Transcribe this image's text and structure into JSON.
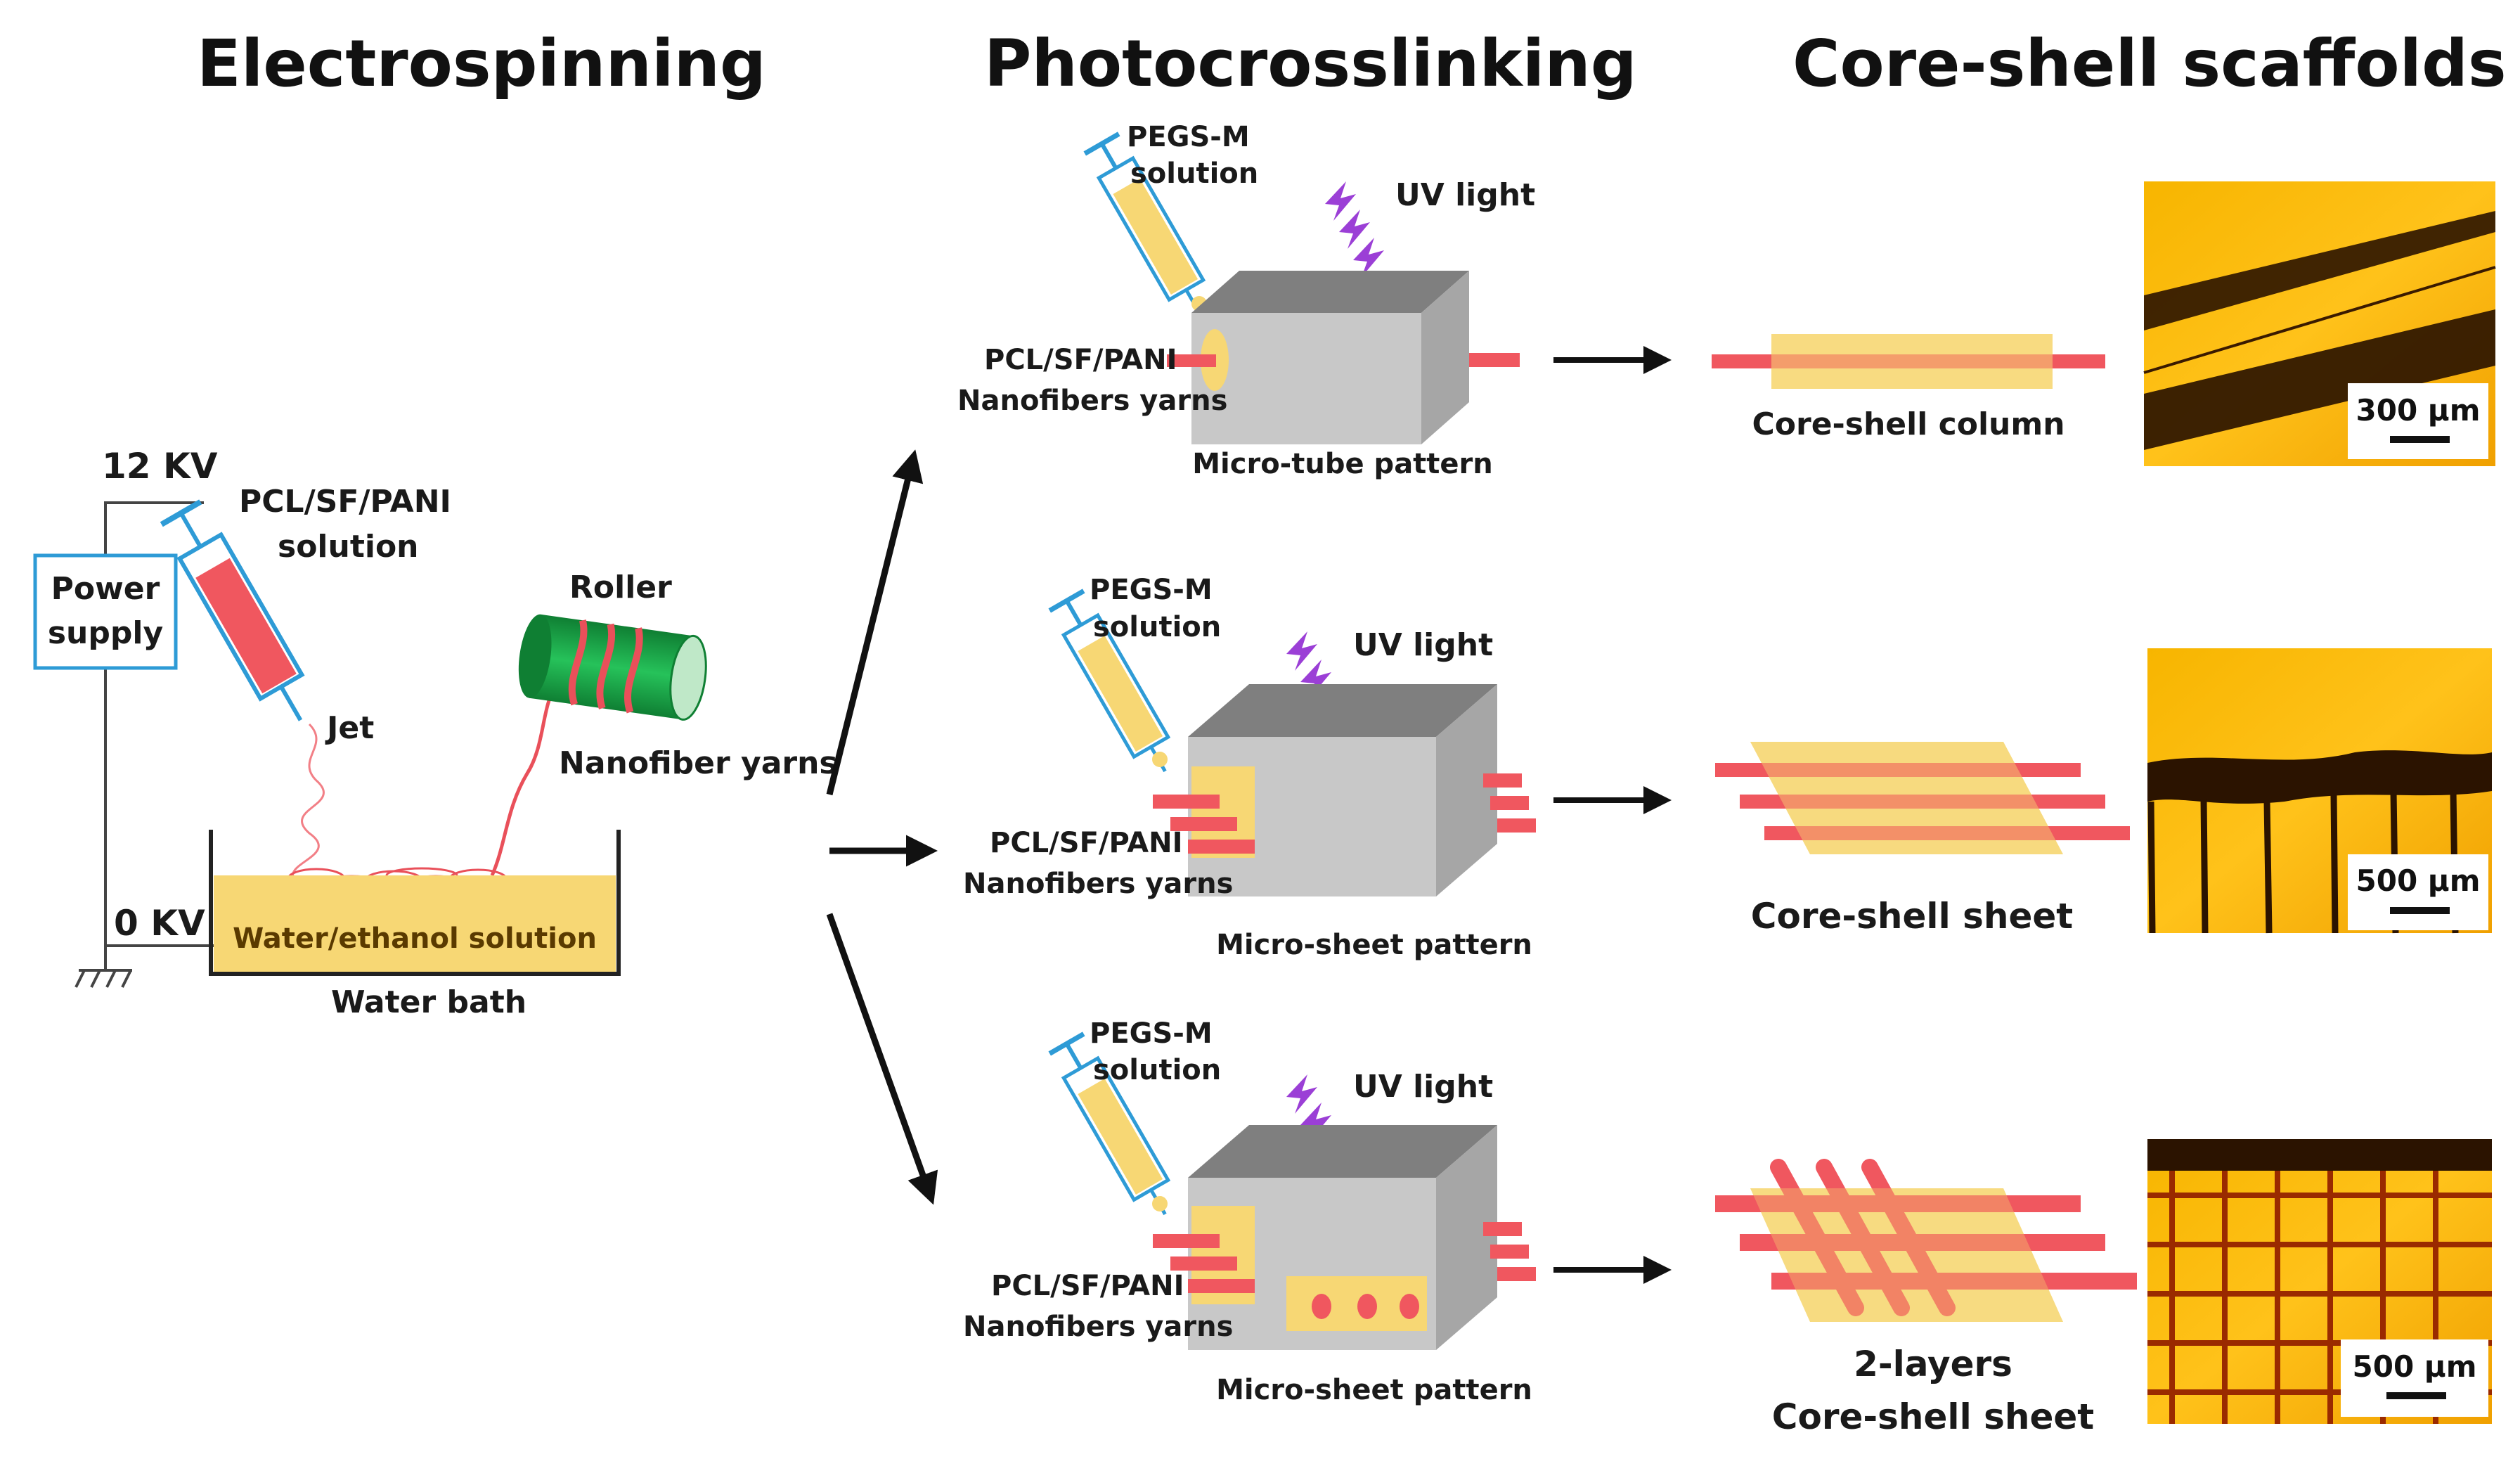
{
  "titles": {
    "electrospinning": "Electrospinning",
    "photocrosslinking": "Photocrosslinking",
    "scaffolds": "Core-shell scaffolds"
  },
  "electrospinning": {
    "voltage_high": "12 KV",
    "voltage_low": "0 KV",
    "power_supply_line1": "Power",
    "power_supply_line2": "supply",
    "solution_line1": "PCL/SF/PANI",
    "solution_line2": "solution",
    "jet": "Jet",
    "roller": "Roller",
    "nanofiber_yarns": "Nanofiber yarns",
    "bath_solution": "Water/ethanol solution",
    "water_bath": "Water bath"
  },
  "photocrosslinking": {
    "rows": [
      {
        "syringe_line1": "PEGS-M",
        "syringe_line2": "solution",
        "uv": "UV light",
        "yarn_line1": "PCL/SF/PANI",
        "yarn_line2": "Nanofibers yarns",
        "pattern": "Micro-tube pattern"
      },
      {
        "syringe_line1": "PEGS-M",
        "syringe_line2": "solution",
        "uv": "UV light",
        "yarn_line1": "PCL/SF/PANI",
        "yarn_line2": "Nanofibers yarns",
        "pattern": "Micro-sheet pattern"
      },
      {
        "syringe_line1": "PEGS-M",
        "syringe_line2": "solution",
        "uv": "UV light",
        "yarn_line1": "PCL/SF/PANI",
        "yarn_line2": "Nanofibers yarns",
        "pattern": "Micro-sheet pattern"
      }
    ]
  },
  "scaffolds": {
    "rows": [
      {
        "label_line1": "Core-shell column",
        "label_line2": "",
        "scale": "300 µm"
      },
      {
        "label_line1": "Core-shell sheet",
        "label_line2": "",
        "scale": "500 µm"
      },
      {
        "label_line1": "2-layers",
        "label_line2": "Core-shell sheet",
        "scale": "500 µm"
      }
    ]
  },
  "colors": {
    "yarn_red": "#f0575f",
    "gel_yellow": "#f7d774",
    "syringe_blue": "#2e9bd6",
    "uv_purple": "#9b3fd6",
    "roller_green": "#1aa34a",
    "box_gray": "#bdbdbd",
    "micro_orange": "#f5a623"
  }
}
